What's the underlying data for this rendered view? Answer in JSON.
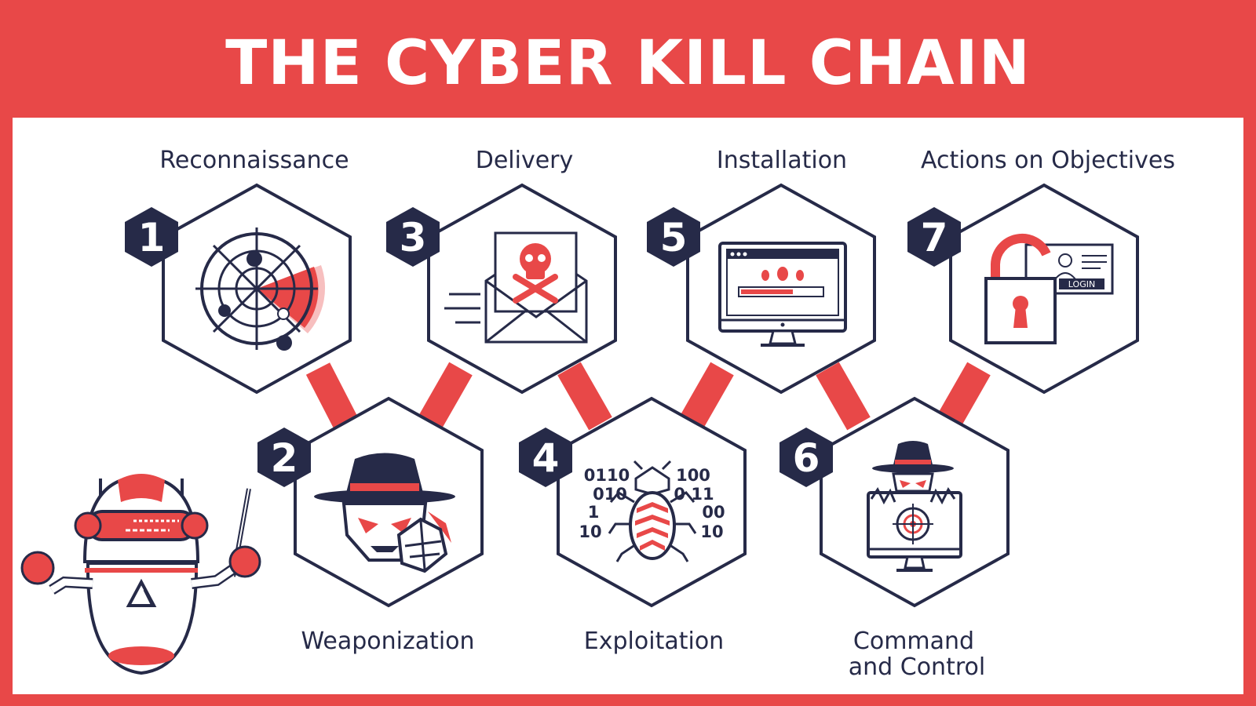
{
  "header": {
    "title": "THE CYBER KILL CHAIN"
  },
  "steps": [
    {
      "number": "1",
      "label": "Reconnaissance",
      "icon": "radar-icon"
    },
    {
      "number": "2",
      "label": "Weaponization",
      "icon": "hacker-with-grenade-icon"
    },
    {
      "number": "3",
      "label": "Delivery",
      "icon": "malicious-email-icon"
    },
    {
      "number": "4",
      "label": "Exploitation",
      "icon": "bug-with-binary-icon"
    },
    {
      "number": "5",
      "label": "Installation",
      "icon": "malware-install-monitor-icon"
    },
    {
      "number": "6",
      "label": "Command",
      "label2": "and Control",
      "icon": "hacker-target-monitor-icon"
    },
    {
      "number": "7",
      "label": "Actions on Objectives",
      "icon": "unlocked-padlock-login-icon"
    }
  ],
  "binary": {
    "left": [
      "0110",
      "010",
      "1",
      "10"
    ],
    "right": [
      "100",
      "0 11",
      "00",
      "10"
    ]
  },
  "login_text": "LOGIN",
  "colors": {
    "accent": "#e84848",
    "navy": "#262a48",
    "background": "#ffffff"
  }
}
